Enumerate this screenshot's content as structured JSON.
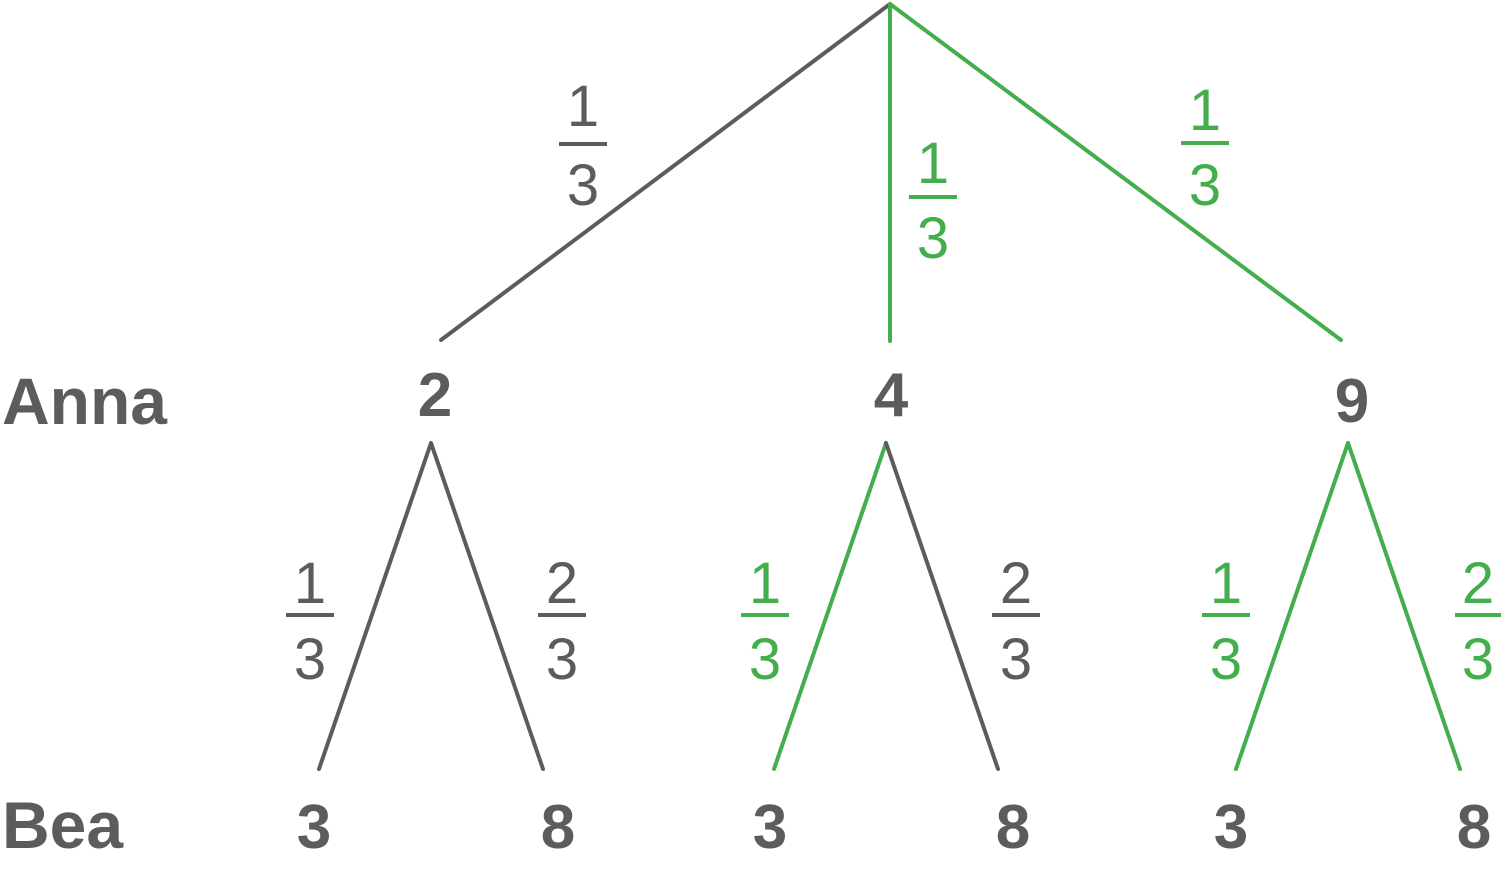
{
  "colors": {
    "default": "#5c5c5c",
    "highlight": "#44ad4c",
    "background": "#ffffff"
  },
  "levels": {
    "first": "Anna",
    "second": "Bea"
  },
  "anna_nodes": [
    {
      "value": "2",
      "prob_num": "1",
      "prob_den": "3",
      "highlight": false
    },
    {
      "value": "4",
      "prob_num": "1",
      "prob_den": "3",
      "highlight": true
    },
    {
      "value": "9",
      "prob_num": "1",
      "prob_den": "3",
      "highlight": true
    }
  ],
  "bea_branches": [
    [
      {
        "value": "3",
        "prob_num": "1",
        "prob_den": "3",
        "highlight": false
      },
      {
        "value": "8",
        "prob_num": "2",
        "prob_den": "3",
        "highlight": false
      }
    ],
    [
      {
        "value": "3",
        "prob_num": "1",
        "prob_den": "3",
        "highlight": true
      },
      {
        "value": "8",
        "prob_num": "2",
        "prob_den": "3",
        "highlight": false
      }
    ],
    [
      {
        "value": "3",
        "prob_num": "1",
        "prob_den": "3",
        "highlight": true
      },
      {
        "value": "8",
        "prob_num": "2",
        "prob_den": "3",
        "highlight": true
      }
    ]
  ]
}
